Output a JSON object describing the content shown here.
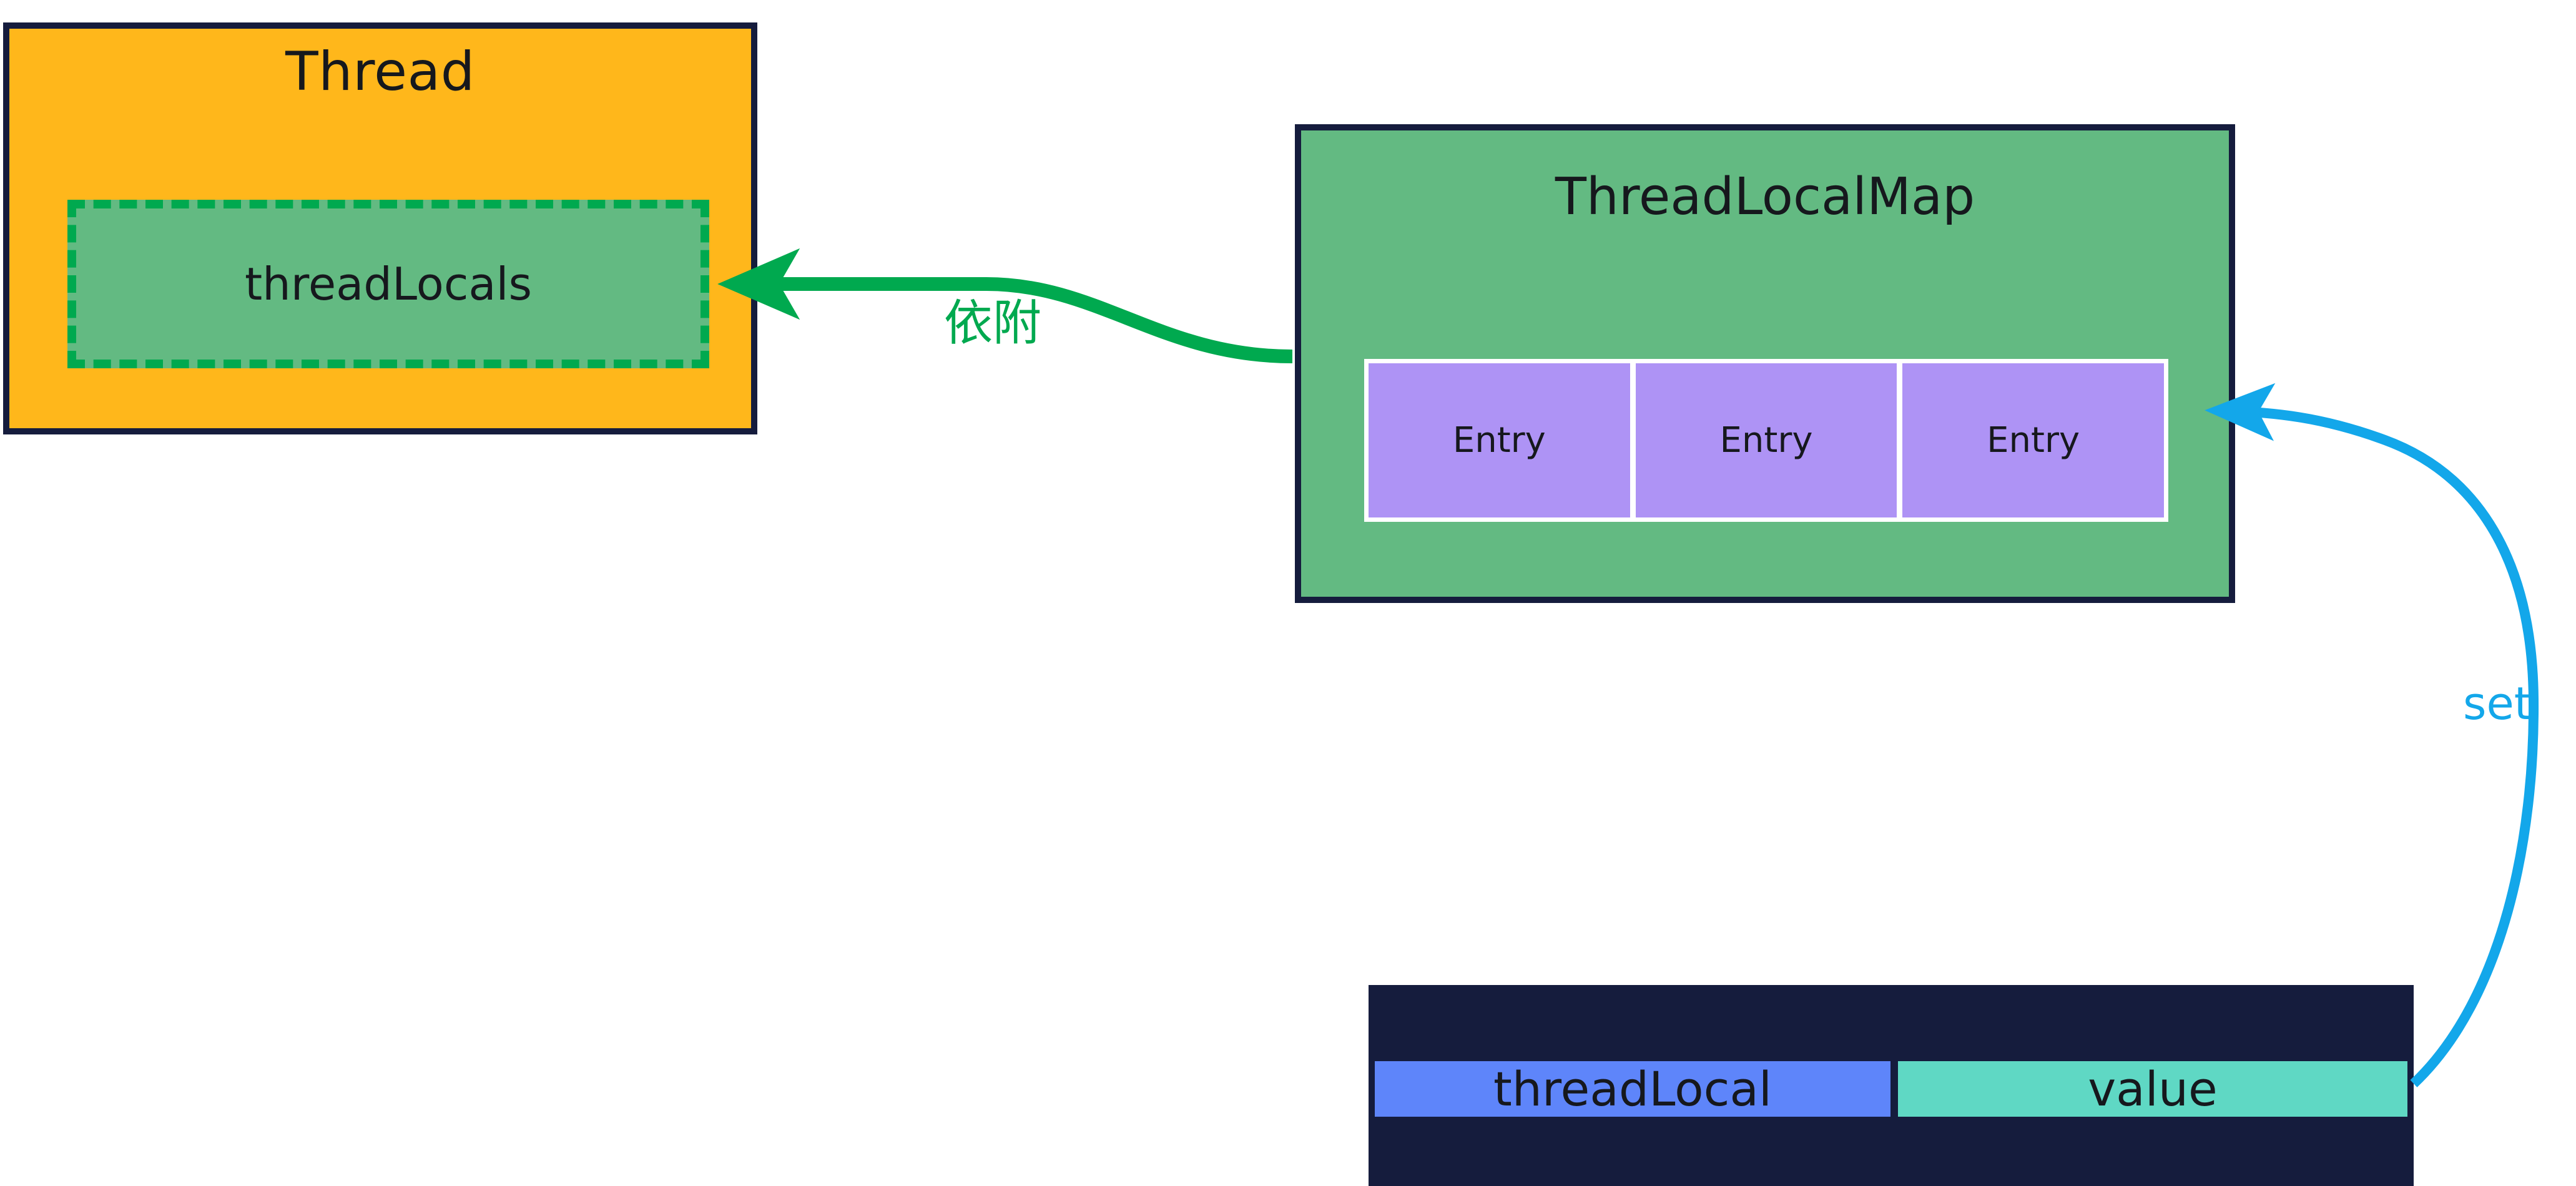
{
  "diagram": {
    "title": "ThreadLocal structure diagram",
    "type": "block-diagram",
    "background": "#ffffff"
  },
  "thread": {
    "label": "Thread",
    "fill": "#FFB71B",
    "border": "#151c3d",
    "field": {
      "label": "threadLocals",
      "fill": "#63BA82",
      "border": "#00A94F",
      "border_style": "dashed"
    }
  },
  "threadlocalmap": {
    "label": "ThreadLocalMap",
    "fill": "#63BA82",
    "border": "#151c3d",
    "entries": [
      {
        "label": "Entry"
      },
      {
        "label": "Entry"
      },
      {
        "label": "Entry"
      }
    ],
    "entry_fill": "#AE93F5",
    "entry_table_fill": "#ffffff"
  },
  "entry_detail": {
    "key": {
      "label": "threadLocal",
      "fill": "#5E85FA"
    },
    "value": {
      "label": "value",
      "fill": "#5FD8C4"
    },
    "border": "#151c3d"
  },
  "edges": [
    {
      "id": "attach",
      "label": "依附",
      "color": "#00A94F",
      "from": "threadlocalmap",
      "to": "threadLocals"
    },
    {
      "id": "set",
      "label": "set",
      "color": "#13A7EA",
      "from": "entry_detail",
      "to": "entry-3"
    }
  ]
}
